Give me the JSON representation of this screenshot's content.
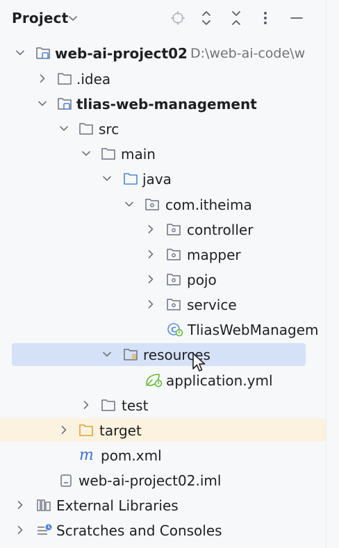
{
  "header": {
    "title": "Project",
    "tools": [
      "locate-icon",
      "expand-all-icon",
      "collapse-all-icon",
      "options-icon",
      "hide-icon"
    ]
  },
  "tree": {
    "root": {
      "name": "web-ai-project02",
      "path": "D:\\web-ai-code\\w"
    },
    "idea": "idea",
    "module": "tlias-web-management",
    "src": "src",
    "main": "main",
    "java": "java",
    "package": "com.itheima",
    "controller": "controller",
    "mapper": "mapper",
    "pojo": "pojo",
    "service": "service",
    "app_class": "TliasWebManagem",
    "resources": "resources",
    "application_yml": "application.yml",
    "test": "test",
    "target": "target",
    "pom": "pom.xml",
    "iml": "web-ai-project02.iml",
    "external_libraries": "External Libraries",
    "scratches": "Scratches and Consoles"
  },
  "colors": {
    "selected_row": "#d5e1f7",
    "excluded_row": "#fbf3df",
    "folder_outline": "#6c707e",
    "source_folder": "#4f85d8",
    "target_folder": "#e0a23a",
    "maven_icon": "#3d6fd4",
    "spring_icon": "#5fb832"
  }
}
